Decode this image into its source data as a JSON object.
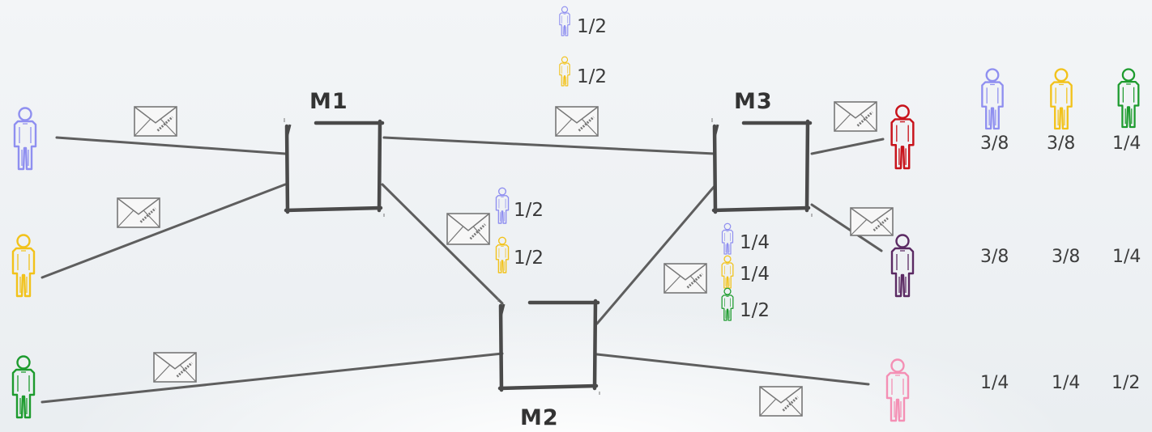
{
  "multiplexers": {
    "m1": {
      "label": "M1"
    },
    "m2": {
      "label": "M2"
    },
    "m3": {
      "label": "M3"
    }
  },
  "colors": {
    "user_purple": "#8f8ff0",
    "user_yellow": "#f2c21a",
    "user_green": "#1d9b2e",
    "receiver_red": "#c8131b",
    "receiver_purple": "#5b2a63",
    "receiver_pink": "#f48fb4",
    "line": "#5e5e5e",
    "envelope": "#777777"
  },
  "link_shares": {
    "m1_m3": [
      "1/2",
      "1/2"
    ],
    "m1_m2": [
      "1/2",
      "1/2"
    ],
    "m2_m3": [
      "1/4",
      "1/4",
      "1/2"
    ]
  },
  "results": {
    "rows": [
      [
        "3/8",
        "3/8",
        "1/4"
      ],
      [
        "3/8",
        "3/8",
        "1/4"
      ],
      [
        "1/4",
        "1/4",
        "1/2"
      ]
    ]
  },
  "icons": {
    "sender": "person-icon",
    "message": "envelope-icon",
    "multiplexer": "multiplexer-box"
  }
}
